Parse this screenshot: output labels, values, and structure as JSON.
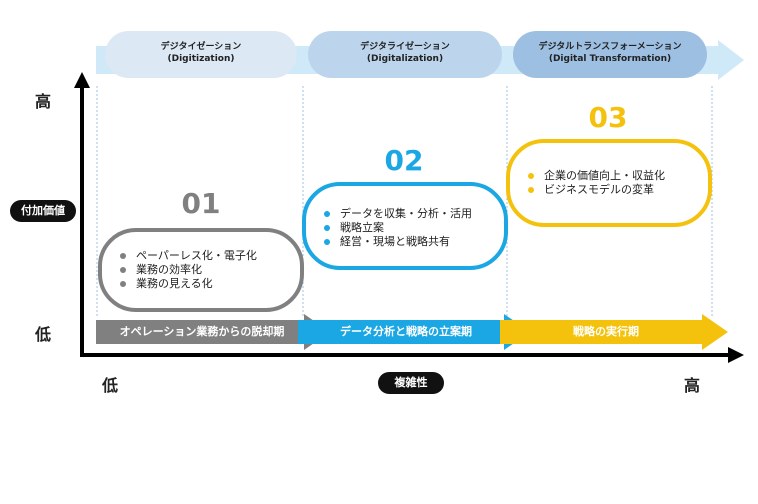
{
  "stages": [
    {
      "jp": "デジタイゼーション",
      "en": "(Digitization)"
    },
    {
      "jp": "デジタライゼーション",
      "en": "(Digitalization)"
    },
    {
      "jp": "デジタルトランスフォーメーション",
      "en": "(Digital Transformation)"
    }
  ],
  "phases": [
    {
      "number": "01",
      "items": [
        "ペーパーレス化・電子化",
        "業務の効率化",
        "業務の見える化"
      ],
      "color": "#808080",
      "arrow_label": "オペレーション業務からの脱却期"
    },
    {
      "number": "02",
      "items": [
        "データを収集・分析・活用",
        "戦略立案",
        "経営・現場と戦略共有"
      ],
      "color": "#1aa7e4",
      "arrow_label": "データ分析と戦略の立案期"
    },
    {
      "number": "03",
      "items": [
        "企業の価値向上・収益化",
        "ビジネスモデルの変革"
      ],
      "color": "#f4c20d",
      "arrow_label": "戦略の実行期"
    }
  ],
  "axes": {
    "y_label": "付加価値",
    "y_high": "高",
    "y_low": "低",
    "x_label": "複雑性",
    "x_low": "低",
    "x_high": "高"
  },
  "colors": {
    "stage1": "#dce8f4",
    "stage2": "#bcd5ec",
    "stage3": "#9dbfe2",
    "band": "#cfe9f8",
    "guide": "#9cc3e6"
  }
}
